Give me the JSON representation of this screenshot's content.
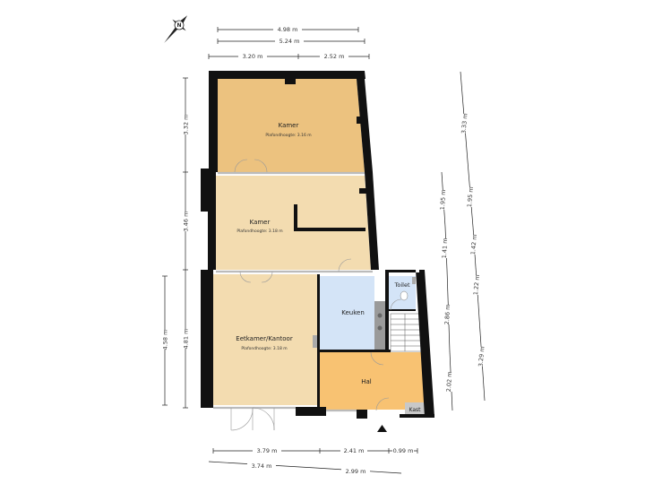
{
  "rooms": {
    "kamer_top": {
      "name": "Kamer",
      "height": "Plafondhoogte: 3.16 m"
    },
    "kamer_mid": {
      "name": "Kamer",
      "height": "Plafondhoogte: 3.18 m"
    },
    "eetkamer": {
      "name": "Eetkamer/Kantoor",
      "height": "Plafondhoogte: 3.18 m"
    },
    "keuken": {
      "name": "Keuken"
    },
    "toilet": {
      "name": "Toilet"
    },
    "hal": {
      "name": "Hal"
    },
    "kast": {
      "name": "Kast"
    }
  },
  "dimensions": {
    "top_498": "4.98 m",
    "top_524": "5.24 m",
    "top_320": "3.20 m",
    "top_252": "2.52 m",
    "left_332": "3.32 m",
    "left_346": "3.46 m",
    "left_481": "4.81 m",
    "left_458": "4.58 m",
    "right_333": "3.33 m",
    "right_195a": "1.95 m",
    "right_195b": "1.95 m",
    "right_141": "1.41 m",
    "right_142": "1.42 m",
    "right_122": "1.22 m",
    "right_286": "2.86 m",
    "right_329": "3.29 m",
    "right_202": "2.02 m",
    "bottom_379": "3.79 m",
    "bottom_241": "2.41 m",
    "bottom_099": "0.99 m",
    "bottom_374": "3.74 m",
    "bottom_299": "2.99 m"
  },
  "colors": {
    "kamer_top": "#ecc27f",
    "kamer_mid": "#f3dcb0",
    "eetkamer": "#f3dcb0",
    "keuken": "#d4e4f7",
    "toilet": "#d4e4f7",
    "hal": "#f8c272",
    "wall": "#111111",
    "kast": "#c8c8c8"
  },
  "compass": {
    "icon": "compass-north-icon",
    "label": "N"
  }
}
